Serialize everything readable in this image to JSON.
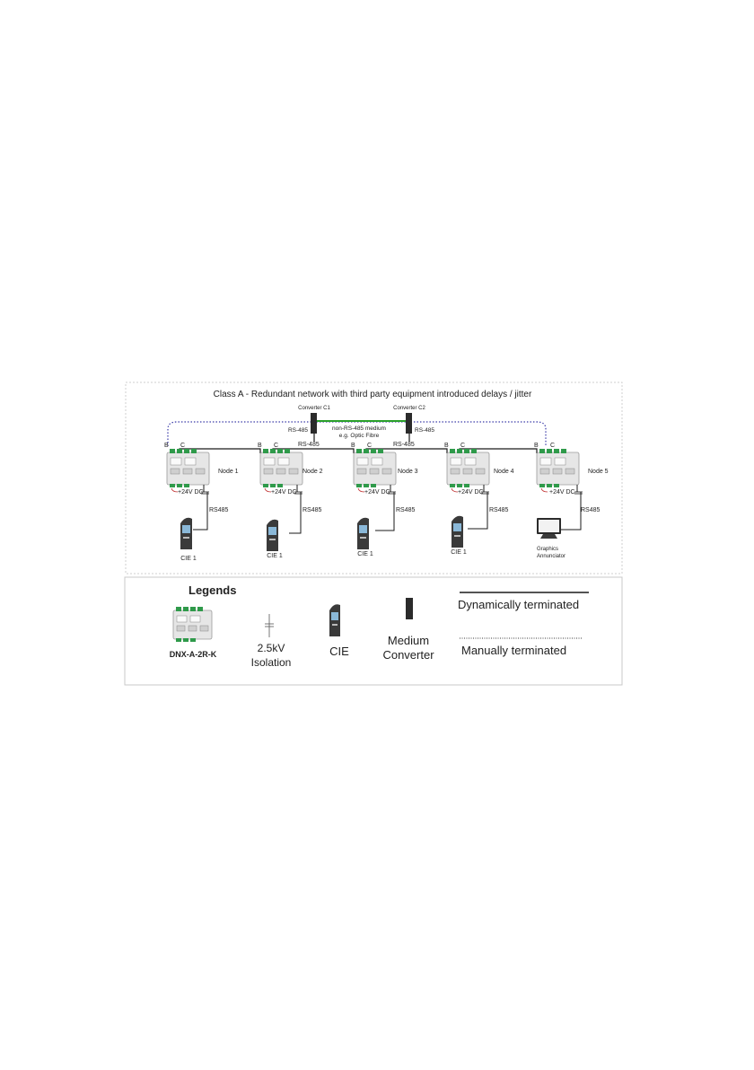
{
  "diagram": {
    "title": "Class A - Redundant network with third party equipment introduced delays / jitter",
    "converters": [
      {
        "label": "Converter C1",
        "port": "RS-485"
      },
      {
        "label": "Converter C2",
        "port": "RS-485"
      }
    ],
    "medium_note": {
      "line1": "non-RS-485 medium",
      "line2": "e.g. Optic Fibre"
    },
    "bus_label": "RS-485",
    "terminal_b": "B",
    "terminal_c": "C",
    "power_label": "+24V DC",
    "isolation_link_label": "RS485",
    "nodes": [
      {
        "label": "Node 1",
        "device": "CIE 1"
      },
      {
        "label": "Node 2",
        "device": "CIE 1"
      },
      {
        "label": "Node 3",
        "device": "CIE 1"
      },
      {
        "label": "Node 4",
        "device": "CIE 1"
      },
      {
        "label": "Node 5",
        "device_line1": "Graphics",
        "device_line2": "Annunciator"
      }
    ]
  },
  "legend": {
    "title": "Legends",
    "module": "DNX-A-2R-K",
    "isolation_line1": "2.5kV",
    "isolation_line2": "Isolation",
    "cie": "CIE",
    "converter_line1": "Medium",
    "converter_line2": "Converter",
    "dynamic": "Dynamically terminated",
    "manual": "Manually terminated"
  },
  "colors": {
    "bus": "#1a1a1a",
    "manual_link": "#3a3aa8",
    "optic_link": "#2aa02a",
    "panel_border": "#c8c8c8"
  }
}
